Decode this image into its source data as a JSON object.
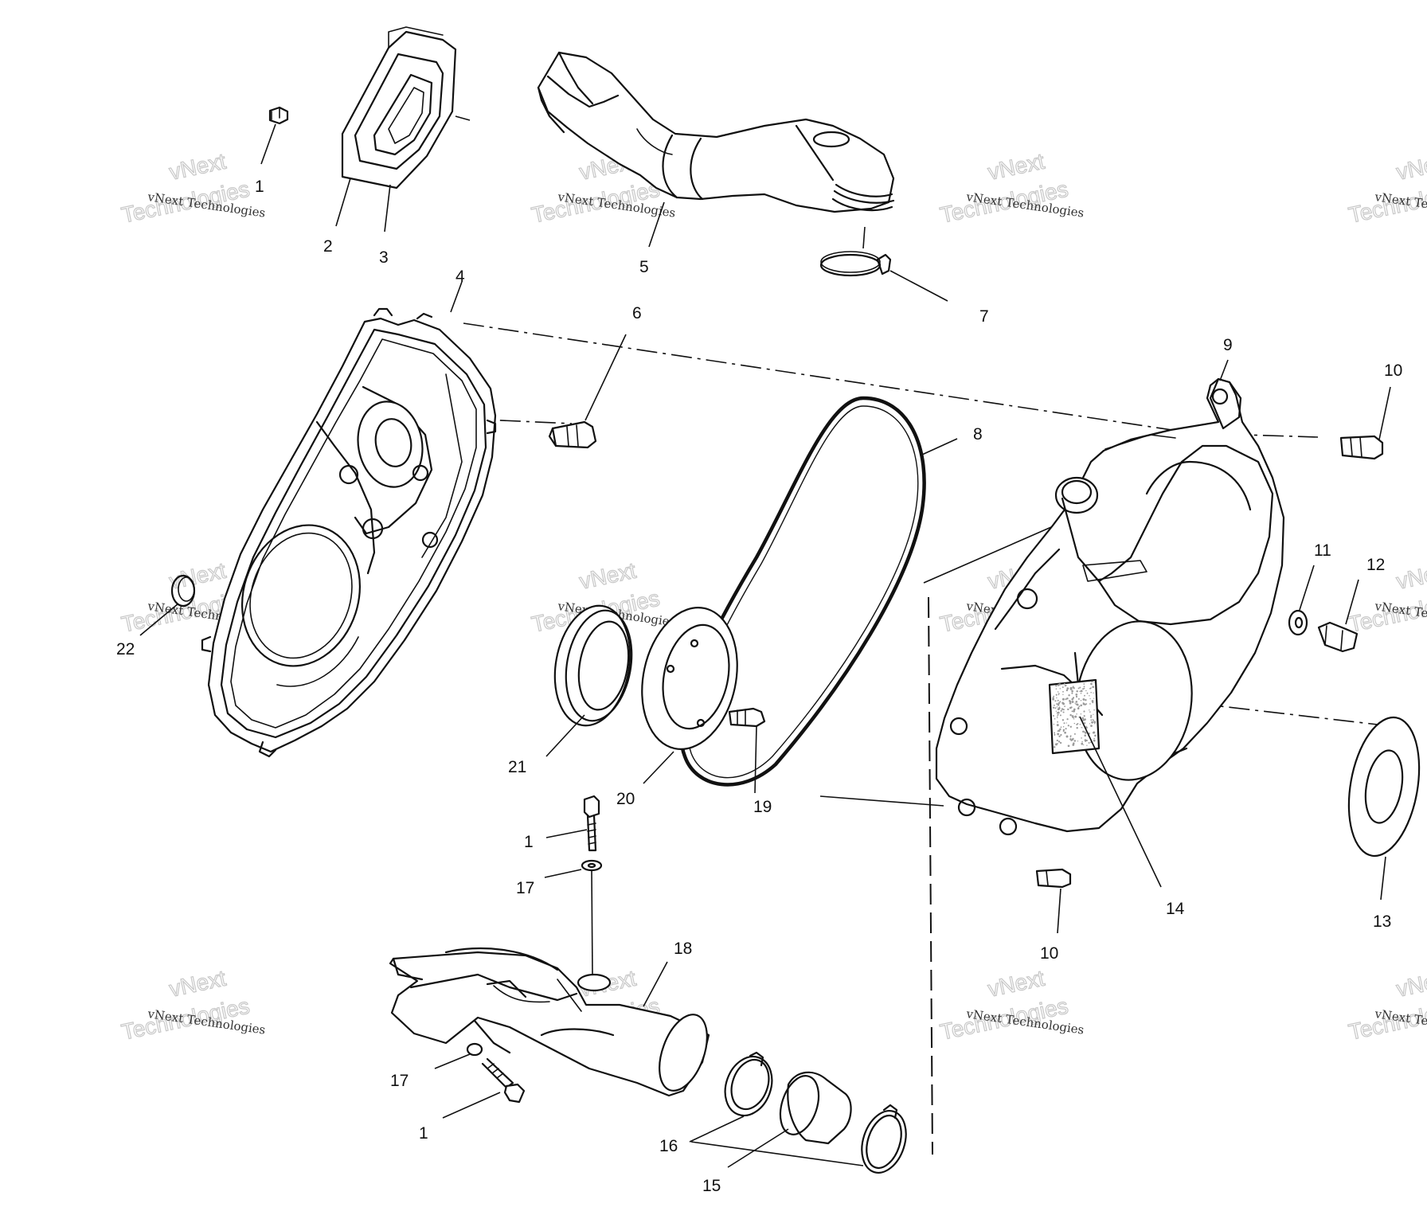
{
  "callouts": {
    "c1a": "1",
    "c1b": "1",
    "c1c": "1",
    "c2": "2",
    "c3": "3",
    "c4": "4",
    "c5": "5",
    "c6": "6",
    "c7": "7",
    "c8": "8",
    "c9": "9",
    "c10a": "10",
    "c10b": "10",
    "c11": "11",
    "c12": "12",
    "c13": "13",
    "c14": "14",
    "c15": "15",
    "c16": "16",
    "c17a": "17",
    "c17b": "17",
    "c18": "18",
    "c19": "19",
    "c20": "20",
    "c21": "21",
    "c22": "22"
  },
  "watermark": {
    "line1": "vNext Technologies",
    "line2": "vNext",
    "line3": "Technologies"
  },
  "colors": {
    "ink": "#111111",
    "background": "#ffffff"
  }
}
